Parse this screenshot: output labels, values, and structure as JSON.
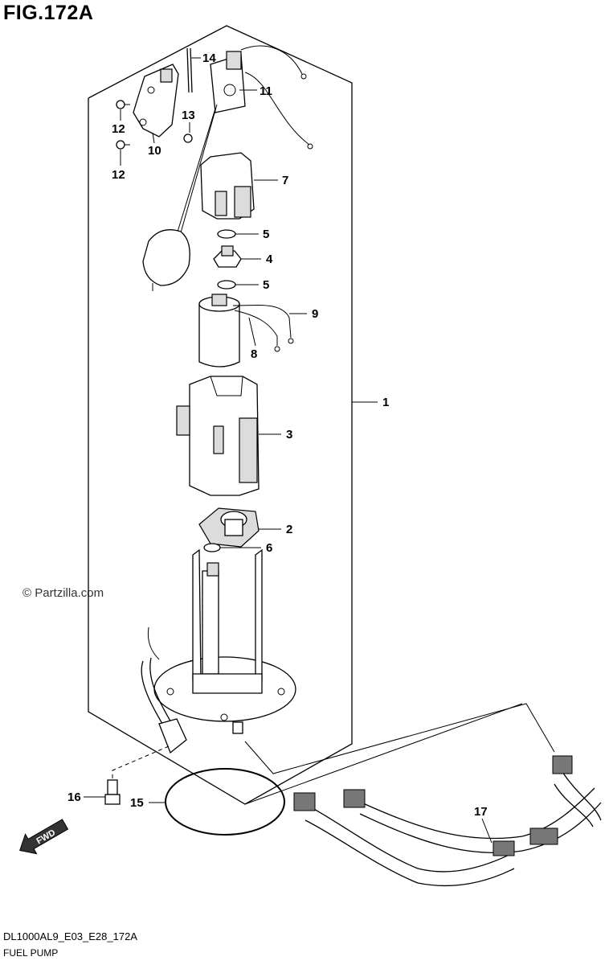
{
  "title": "FIG.172A",
  "footer": {
    "code": "DL1000AL9_E03_E28_172A",
    "name": "FUEL PUMP"
  },
  "watermark": "© Partzilla.com",
  "fwd_label": "FWD",
  "callouts": [
    "1",
    "2",
    "3",
    "4",
    "5",
    "5",
    "6",
    "7",
    "8",
    "9",
    "10",
    "11",
    "12",
    "12",
    "13",
    "14",
    "15",
    "16",
    "17"
  ]
}
